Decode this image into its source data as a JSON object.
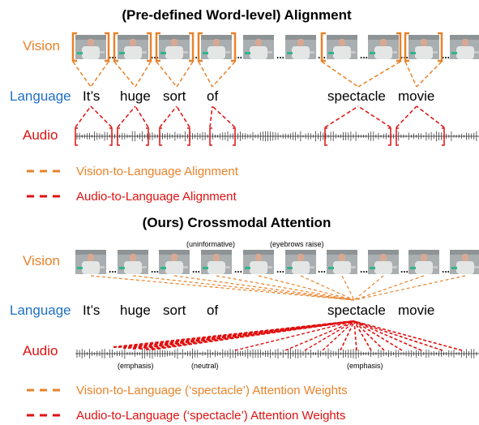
{
  "colors": {
    "vision": "#e8822a",
    "language": "#1f6fc2",
    "audio": "#e01010",
    "text": "#000000"
  },
  "top": {
    "title": "(Pre-defined Word-level) Alignment",
    "vision_label": "Vision",
    "language_label": "Language",
    "audio_label": "Audio",
    "words": [
      "It’s",
      "huge",
      "sort",
      "of",
      "spectacle",
      "movie"
    ],
    "ellipsis": "..."
  },
  "bottom": {
    "title": "(Ours) Crossmodal Attention",
    "vision_label": "Vision",
    "language_label": "Language",
    "audio_label": "Audio",
    "words": [
      "It’s",
      "huge",
      "sort",
      "of",
      "spectacle",
      "movie"
    ],
    "ellipsis": "...",
    "vision_notes": [
      "(uninformative)",
      "(eyebrows raise)"
    ],
    "audio_notes": [
      "(emphasis)",
      "(neutral)",
      "(emphasis)"
    ]
  },
  "legend": {
    "top_vision": "Vision-to-Language Alignment",
    "top_audio": "Audio-to-Language Alignment",
    "bottom_vision": "Vision-to-Language (‘spectacle’) Attention Weights",
    "bottom_audio": "Audio-to-Language (‘spectacle’) Attention Weights"
  }
}
